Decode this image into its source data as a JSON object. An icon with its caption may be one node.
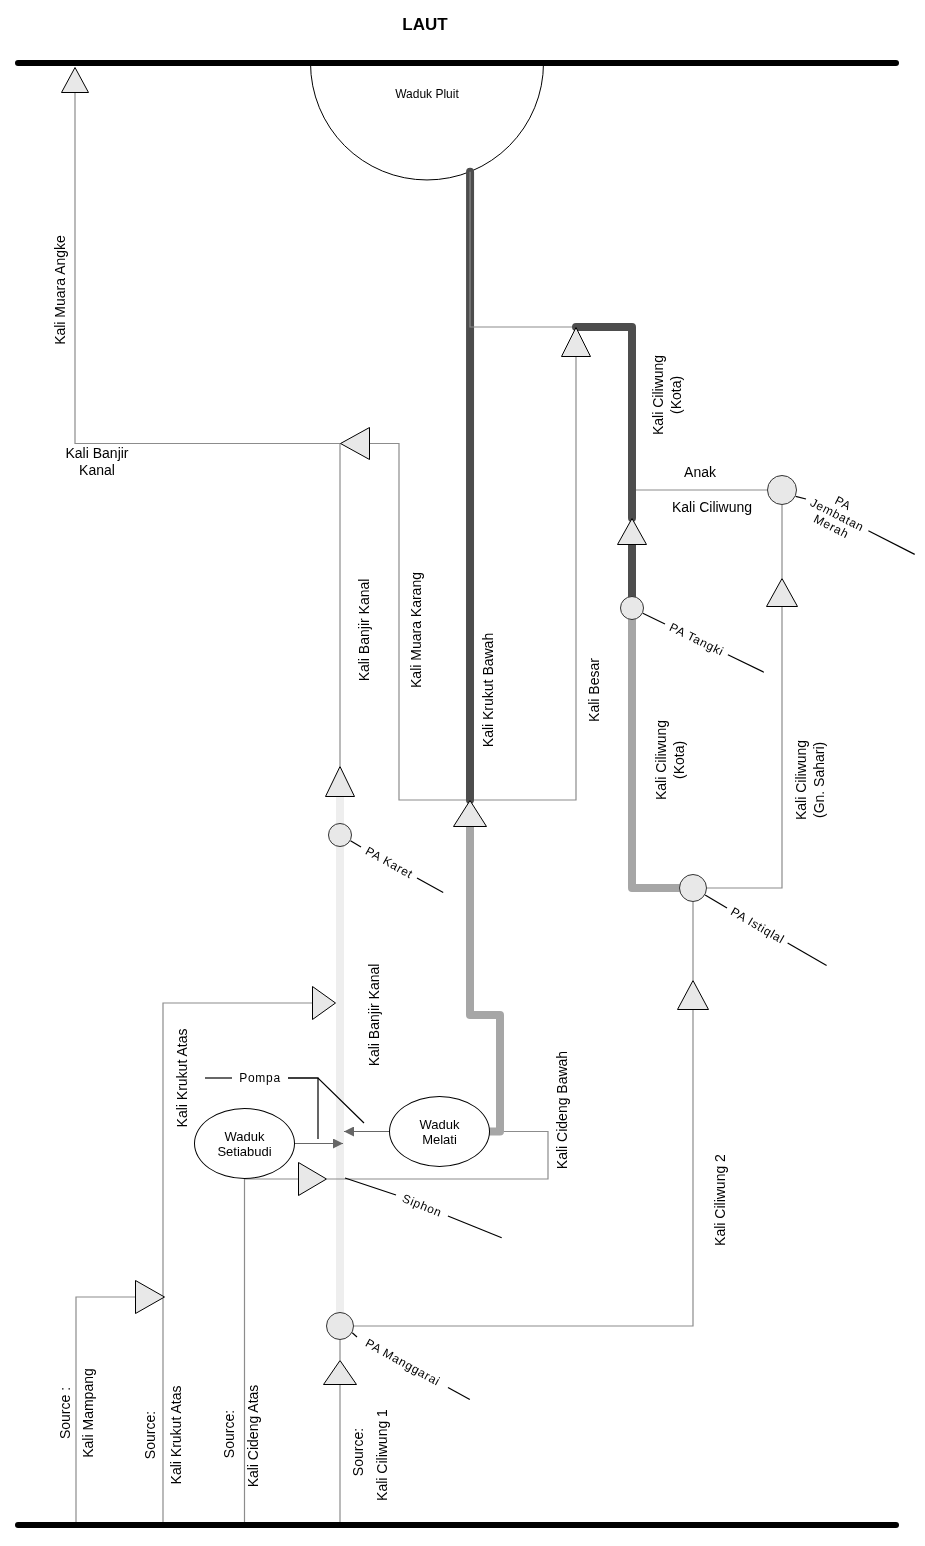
{
  "diagram": {
    "title": "LAUT",
    "nodes": [
      {
        "text": [
          "Waduk Pluit"
        ]
      },
      {
        "text": [],
        "shape": "bar"
      },
      {
        "text": [],
        "shape": "triangle"
      },
      {
        "text": [],
        "shape": "triangle"
      },
      {
        "text": [],
        "shape": "triangle"
      },
      {
        "text": [],
        "shape": "triangle"
      },
      {
        "text": [],
        "shape": "circle"
      },
      {
        "text": [
          "PA Jembatan Merah"
        ]
      },
      {
        "text": [],
        "shape": "triangle"
      },
      {
        "text": [],
        "shape": "circle"
      },
      {
        "text": [
          "PA Tangki"
        ]
      },
      {
        "text": [],
        "shape": "triangle"
      },
      {
        "text": [],
        "shape": "triangle"
      },
      {
        "text": [],
        "shape": "circle"
      },
      {
        "text": [
          "PA Karet"
        ]
      },
      {
        "text": [],
        "shape": "circle"
      },
      {
        "text": [
          "PA Istiqlal"
        ]
      },
      {
        "text": [],
        "shape": "triangle"
      },
      {
        "text": [],
        "shape": "triangle"
      },
      {
        "text": [
          "Pompa"
        ]
      },
      {
        "text": [
          "Waduk Setiabudi"
        ]
      },
      {
        "text": [
          "Waduk Melati"
        ]
      },
      {
        "text": [],
        "shape": "triangle"
      },
      {
        "text": [
          "Siphon"
        ]
      },
      {
        "text": [],
        "shape": "triangle"
      },
      {
        "text": [],
        "shape": "circle"
      },
      {
        "text": [
          "PA Manggarai"
        ]
      },
      {
        "text": [],
        "shape": "triangle"
      },
      {
        "text": [],
        "shape": "bar"
      }
    ],
    "edges": [
      {
        "from": 3,
        "to": 2,
        "arrow": "none"
      },
      {
        "from": 11,
        "to": 3,
        "arrow": "none"
      },
      {
        "from": 12,
        "to": 3,
        "arrow": "none"
      },
      {
        "from": 12,
        "to": 4,
        "arrow": "none"
      },
      {
        "from": 12,
        "to": 0,
        "arrow": "none",
        "style": "thick",
        "color": "#4d4d4d"
      },
      {
        "from": 4,
        "to": 0,
        "arrow": "none"
      },
      {
        "from": 5,
        "to": 4,
        "arrow": "none",
        "style": "thick",
        "color": "#4d4d4d"
      },
      {
        "from": 9,
        "to": 5,
        "arrow": "none",
        "style": "thick",
        "color": "#4d4d4d"
      },
      {
        "from": 6,
        "to": null,
        "arrow": "none"
      },
      {
        "from": 8,
        "to": 6,
        "arrow": "none"
      },
      {
        "from": 15,
        "to": 8,
        "arrow": "none"
      },
      {
        "from": 15,
        "to": 9,
        "arrow": "none",
        "style": "thick",
        "color": "#a6a6a6"
      },
      {
        "from": 17,
        "to": 15,
        "arrow": "none"
      },
      {
        "from": 25,
        "to": 17,
        "arrow": "none"
      },
      {
        "from": 25,
        "to": 13,
        "arrow": "none",
        "style": "thick",
        "color": "#eeeeee"
      },
      {
        "from": 13,
        "to": 11,
        "arrow": "none",
        "style": "thick",
        "color": "#eeeeee"
      },
      {
        "from": 27,
        "to": 25,
        "arrow": "none"
      },
      {
        "from": 28,
        "to": 27,
        "arrow": "none"
      },
      {
        "from": 28,
        "to": 24,
        "arrow": "none"
      },
      {
        "from": 28,
        "to": 18,
        "arrow": "none"
      },
      {
        "from": 28,
        "to": 20,
        "arrow": "none"
      },
      {
        "from": 20,
        "to": 22,
        "arrow": "none"
      },
      {
        "from": 22,
        "to": 21,
        "arrow": "none"
      },
      {
        "from": 20,
        "to": null,
        "arrow": "to",
        "color": "#666666"
      },
      {
        "from": 21,
        "to": null,
        "arrow": "to",
        "color": "#666666"
      },
      {
        "from": 21,
        "to": 12,
        "arrow": "none",
        "style": "thick",
        "color": "#a6a6a6"
      },
      {
        "from": 7,
        "to": 6,
        "arrow": "none",
        "color": "#000000"
      },
      {
        "from": 7,
        "to": null,
        "arrow": "none",
        "color": "#000000"
      },
      {
        "from": 10,
        "to": 9,
        "arrow": "none",
        "color": "#000000"
      },
      {
        "from": 10,
        "to": null,
        "arrow": "none",
        "color": "#000000"
      },
      {
        "from": 14,
        "to": 13,
        "arrow": "none",
        "color": "#000000"
      },
      {
        "from": 14,
        "to": null,
        "arrow": "none",
        "color": "#000000"
      },
      {
        "from": 16,
        "to": 15,
        "arrow": "none",
        "color": "#000000"
      },
      {
        "from": 16,
        "to": null,
        "arrow": "none",
        "color": "#000000"
      },
      {
        "from": 26,
        "to": 25,
        "arrow": "none",
        "color": "#000000"
      },
      {
        "from": 26,
        "to": null,
        "arrow": "none",
        "color": "#000000"
      },
      {
        "from": 19,
        "to": null,
        "arrow": "none",
        "color": "#000000"
      },
      {
        "from": 19,
        "to": null,
        "arrow": "none",
        "color": "#000000"
      },
      {
        "from": 19,
        "to": null,
        "arrow": "none",
        "color": "#000000"
      },
      {
        "from": 23,
        "to": null,
        "arrow": "none",
        "color": "#000000"
      },
      {
        "from": 23,
        "to": null,
        "arrow": "none",
        "color": "#000000"
      }
    ],
    "labels": [
      "Kali Muara Angke",
      "Kali Banjir Kanal",
      "Kali Ciliwung (Kota)",
      "Anak",
      "Kali Ciliwung",
      "Kali Banjir Kanal",
      "Kali Muara Karang",
      "Kali Krukut Bawah",
      "Kali Besar",
      "Kali Ciliwung (Kota)",
      "Kali Ciliwung (Gn. Sahari)",
      "Kali Banjir Kanal",
      "Kali Krukut Atas",
      "Kali Cideng Bawah",
      "Kali Ciliwung 2",
      "Source :",
      "Kali Mampang",
      "Source:",
      "Kali Krukut Atas",
      "Source:",
      "Kali Cideng Atas",
      "Source:",
      "Kali Ciliwung 1"
    ]
  }
}
